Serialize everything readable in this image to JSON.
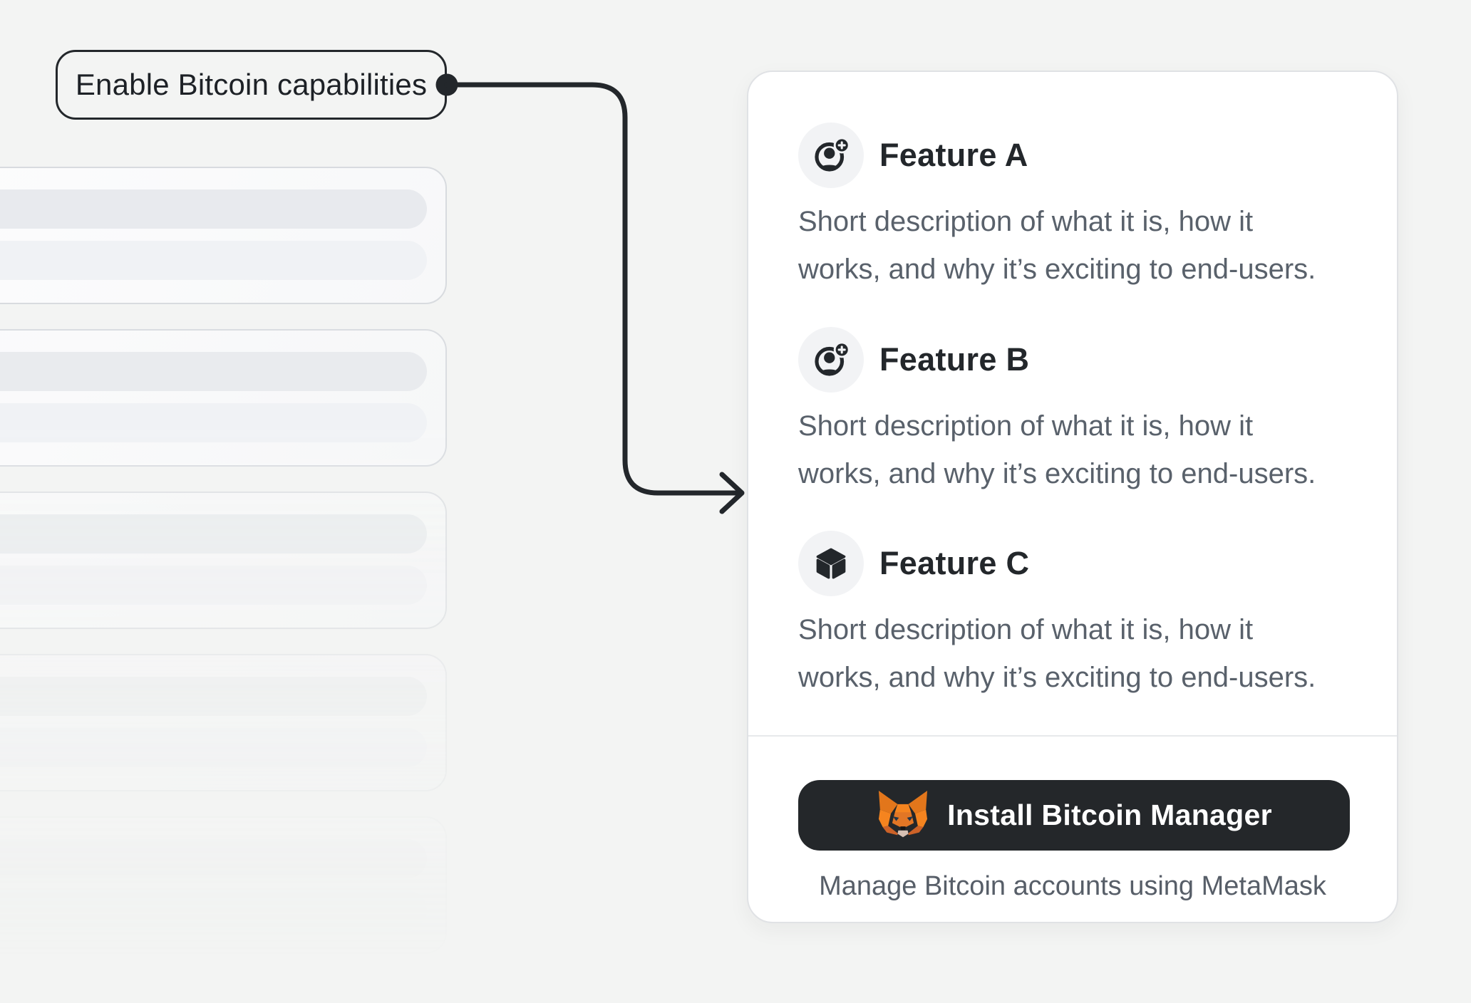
{
  "colors": {
    "page_background": "#f3f4f3",
    "ink": "#23272b",
    "muted_text": "#59616b",
    "button_background": "#24272a",
    "card_background": "#ffffff",
    "icon_circle_background": "#f2f3f5",
    "skeleton_bar_dark": "#e8eaee",
    "skeleton_bar_light": "#f0f2f5",
    "metamask_orange": "#E27625"
  },
  "callout": {
    "label": "Enable Bitcoin capabilities"
  },
  "connector": {
    "style": "elbow-arrow"
  },
  "skeleton_list": {
    "card_count": 5,
    "bars_per_card": 2
  },
  "features_card": {
    "features": [
      {
        "title": "Feature A",
        "icon": "account-plus-icon",
        "description_lines": [
          "Short description of what it is, how it",
          "works, and why it’s exciting to end-users."
        ]
      },
      {
        "title": "Feature B",
        "icon": "account-plus-icon",
        "description_lines": [
          "Short description of what it is, how it",
          "works, and why it’s exciting to end-users."
        ]
      },
      {
        "title": "Feature C",
        "icon": "cube-icon",
        "description_lines": [
          "Short description of what it is, how it",
          "works, and why it’s exciting to end-users."
        ]
      }
    ],
    "footer": {
      "install_button": {
        "label": "Install Bitcoin Manager",
        "icon": "metamask-fox-icon"
      },
      "caption": "Manage Bitcoin accounts using MetaMask"
    }
  }
}
